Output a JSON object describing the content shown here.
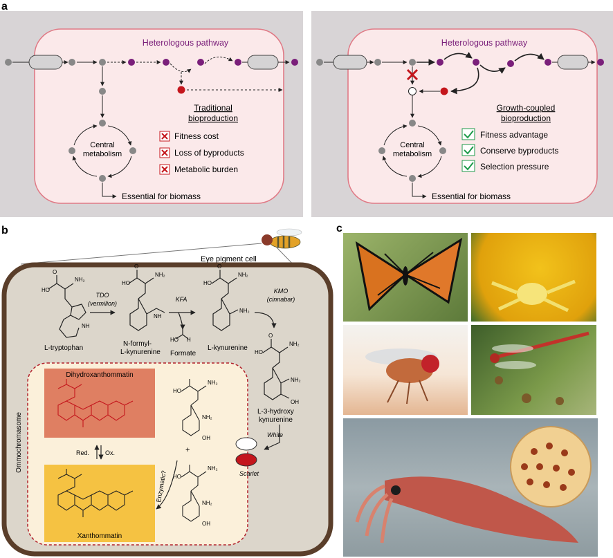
{
  "panel_a": {
    "letter": "a",
    "left": {
      "pathway_title": "Heterologous pathway",
      "mode_title_1": "Traditional",
      "mode_title_2": "bioproduction",
      "central_label_1": "Central",
      "central_label_2": "metabolism",
      "items": [
        "Fitness cost",
        "Loss of byproducts",
        "Metabolic burden"
      ],
      "biomass": "Essential for biomass"
    },
    "right": {
      "pathway_title": "Heterologous pathway",
      "mode_title_1": "Growth-coupled",
      "mode_title_2": "bioproduction",
      "central_label_1": "Central",
      "central_label_2": "metabolism",
      "items": [
        "Fitness advantage",
        "Conserve byproducts",
        "Selection pressure"
      ],
      "biomass": "Essential for biomass"
    }
  },
  "panel_b": {
    "letter": "b",
    "eye_cell": "Eye pigment cell",
    "ommochromasome": "Ommochromasome",
    "tryptophan": "L-tryptophan",
    "tdo_1": "TDO",
    "tdo_2": "(vermilion)",
    "nfk_1": "N-formyl-",
    "nfk_2": "L-kynurenine",
    "kfa": "KFA",
    "formate": "Formate",
    "kynurenine": "L-kynurenine",
    "kmo_1": "KMO",
    "kmo_2": "(cinnabar)",
    "hk_1": "L-3-hydroxy",
    "hk_2": "kynurenine",
    "white": "White",
    "scarlet": "Scarlet",
    "dihydro": "Dihydroxanthommatin",
    "xantho": "Xanthommatin",
    "red": "Red.",
    "ox": "Ox.",
    "enzymatic": "Enzymatic?",
    "plus": "+"
  },
  "panel_c": {
    "letter": "c"
  },
  "colors": {
    "gray_bg": "#d8d4d6",
    "cell_fill": "#fbe9ea",
    "cell_stroke": "#e07a86",
    "purple": "#7a1f7a",
    "red_dot": "#c4161c",
    "check": "#1d9a4a",
    "cross": "#c4161c",
    "orange_box": "#df7f62",
    "yellow_box": "#f5c242"
  }
}
